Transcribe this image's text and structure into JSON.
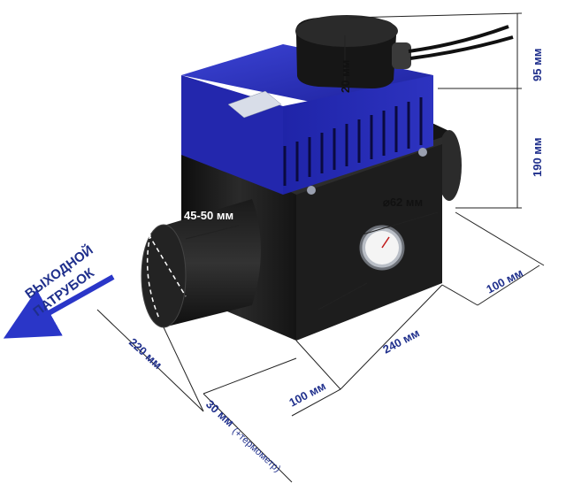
{
  "labels": {
    "outlet_line1": "ВЫХОДНОЙ",
    "outlet_line2": "ПАТРУБОК",
    "dim_pipe": "45-50 мм",
    "dim_thermo_diameter": "⌀62 мм",
    "dim_cap": "20 мм",
    "dim_top_height": "95 мм",
    "dim_body_height": "190 мм",
    "dim_side_depth": "100 мм",
    "dim_length_220": "220 мм",
    "dim_length_240": "240 мм",
    "dim_front_100": "100 мм",
    "dim_thermo_offset": "30 мм",
    "dim_thermo_note": "(+термометр)"
  },
  "colors": {
    "blue_housing": "#2a2fb8",
    "body_black": "#1b1b1b",
    "label_blue": "#1f2f8c",
    "arrow_blue": "#2a36c8"
  }
}
